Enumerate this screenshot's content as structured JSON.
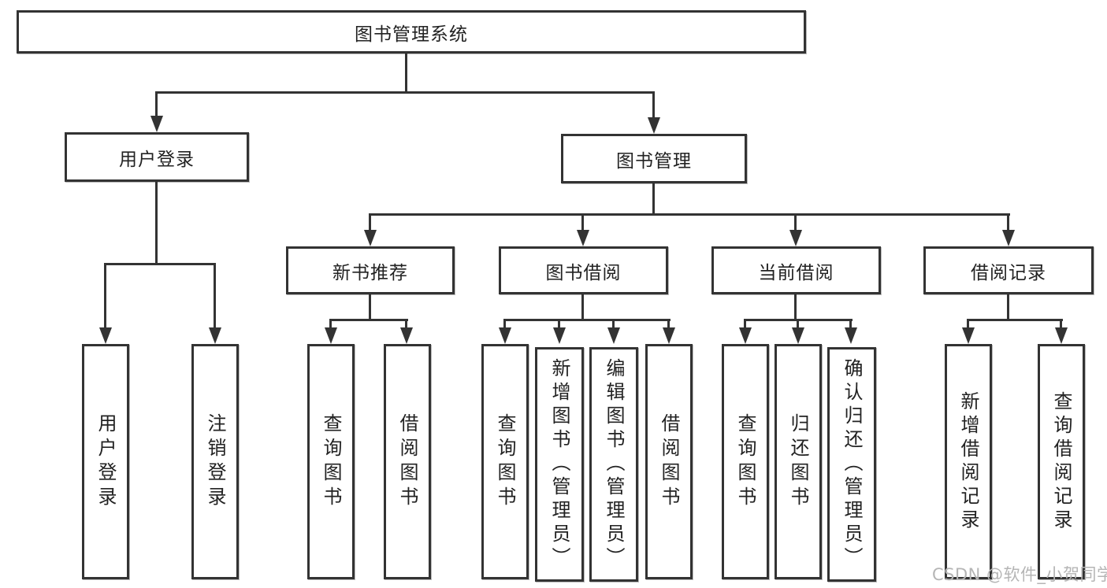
{
  "nodes": {
    "root": {
      "label": "图书管理系统"
    },
    "user_login": {
      "label": "用户登录"
    },
    "book_mgmt": {
      "label": "图书管理"
    },
    "new_book_rec": {
      "label": "新书推荐"
    },
    "book_borrow": {
      "label": "图书借阅"
    },
    "current_borrow": {
      "label": "当前借阅"
    },
    "borrow_record": {
      "label": "借阅记录"
    },
    "leaf_user_login": {
      "label": "用户登录"
    },
    "leaf_logout": {
      "label": "注销登录"
    },
    "leaf_query_book_1": {
      "label": "查询图书"
    },
    "leaf_borrow_book_1": {
      "label": "借阅图书"
    },
    "leaf_query_book_2": {
      "label": "查询图书"
    },
    "leaf_add_book": {
      "label": "新增图书（管理员）"
    },
    "leaf_edit_book": {
      "label": "编辑图书（管理员）"
    },
    "leaf_borrow_book_2": {
      "label": "借阅图书"
    },
    "leaf_query_book_3": {
      "label": "查询图书"
    },
    "leaf_return_book": {
      "label": "归还图书"
    },
    "leaf_confirm_return": {
      "label": "确认归还（管理员）"
    },
    "leaf_add_record": {
      "label": "新增借阅记录"
    },
    "leaf_query_record": {
      "label": "查询借阅记录"
    }
  },
  "watermark": {
    "text": "CSDN @软件_小贺同学"
  },
  "colors": {
    "line": "#333333",
    "text": "#222222",
    "watermark": "#b5b5b5",
    "background": "#ffffff"
  }
}
